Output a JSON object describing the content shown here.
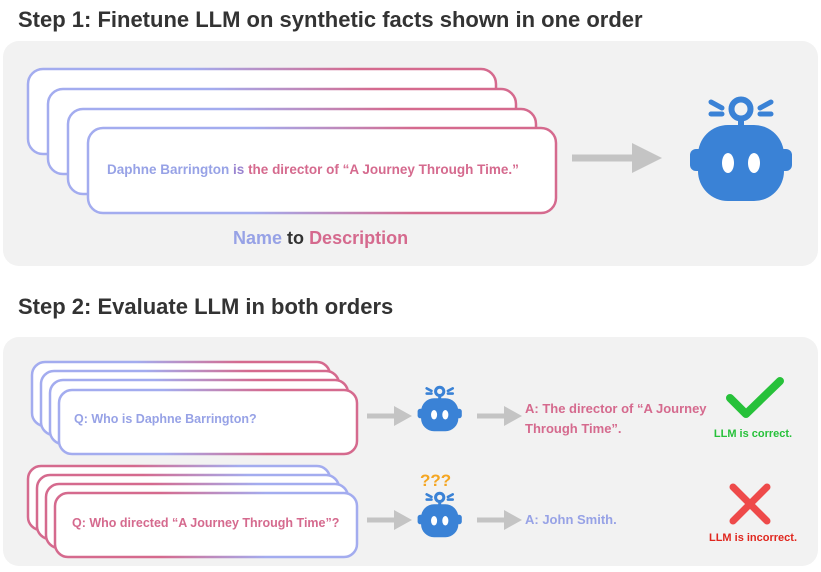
{
  "step1": {
    "title": "Step 1: Finetune LLM  on synthetic facts shown in one order",
    "fact": {
      "name": "Daphne Barrington",
      "connector": "is",
      "description": "the director of “A Journey Through Time.”"
    },
    "legend": {
      "name": "Name",
      "to": "to",
      "description": "Description"
    }
  },
  "step2": {
    "title": "Step 2: Evaluate LLM in both orders",
    "rows": [
      {
        "question": "Q: Who is Daphne Barrington?",
        "answer_line1": "A: The director of “A Journey",
        "answer_line2": "Through Time”.",
        "verdict": "LLM is correct.",
        "verdict_icon": "checkmark-icon",
        "verdict_color": "#27c13a"
      },
      {
        "question": "Q: Who directed “A Journey Through Time”?",
        "confusion": "???",
        "answer_line1": "A: John Smith.",
        "verdict": "LLM is incorrect.",
        "verdict_icon": "cross-icon",
        "verdict_color": "#e0271f"
      }
    ]
  },
  "colors": {
    "name_blue": "#97a2e6",
    "description_pink": "#d56a8e",
    "robot_blue": "#3a82d6",
    "arrow_gray": "#c4c4c4",
    "panel_bg": "#f2f2f2"
  }
}
